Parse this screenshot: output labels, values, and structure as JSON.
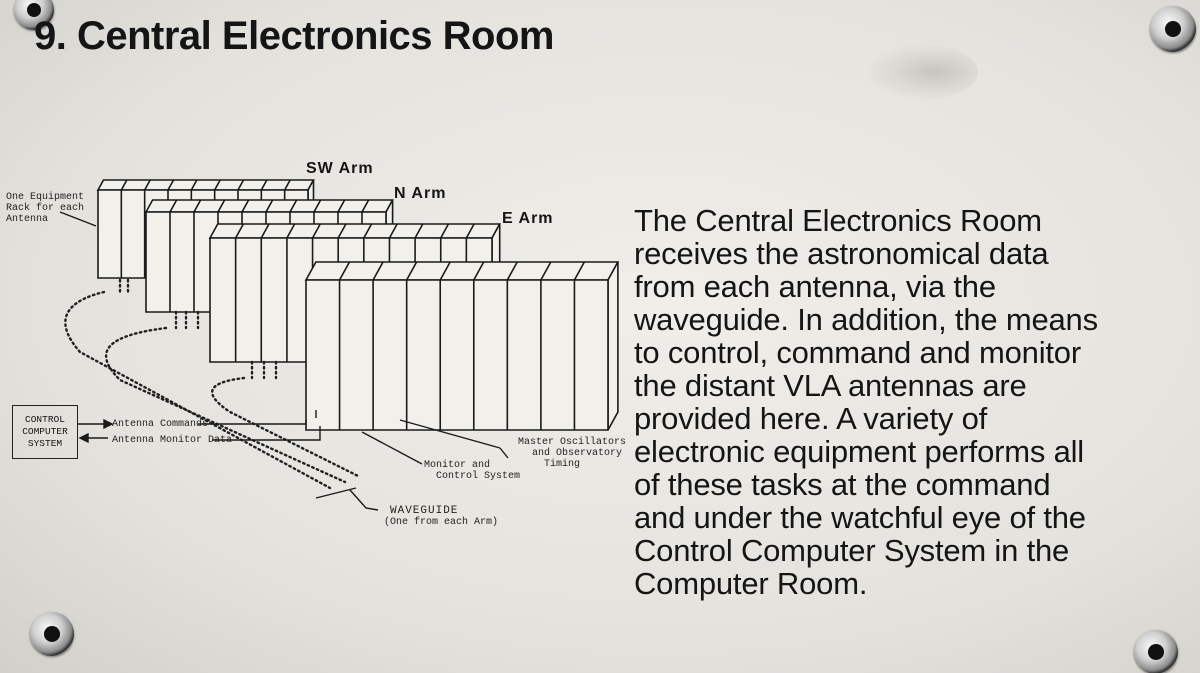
{
  "title": "9. Central Electronics Room",
  "diagram": {
    "arms": [
      "SW Arm",
      "N Arm",
      "E Arm"
    ],
    "rack_label": [
      "One Equipment",
      "Rack for each",
      "Antenna"
    ],
    "control_box": [
      "CONTROL",
      "COMPUTER",
      "SYSTEM"
    ],
    "antenna_commands": "Antenna Commands",
    "antenna_monitor_data": "Antenna Monitor Data",
    "monitor_label": [
      "Monitor and",
      "Control System"
    ],
    "oscillator_label": [
      "Master Oscillators",
      "and Observatory",
      "Timing"
    ],
    "waveguide_label": "WAVEGUIDE",
    "waveguide_sub": "(One from each Arm)"
  },
  "description": [
    "The Central Electronics Room",
    "receives the astronomical data",
    "from each antenna, via the",
    "waveguide.  In addition, the means",
    "to control, command and monitor",
    "the distant VLA antennas are",
    "provided here.  A variety of",
    "electronic equipment performs all",
    "of these tasks at the command",
    "and under the watchful eye of the",
    "Control Computer System in the",
    "Computer Room."
  ]
}
